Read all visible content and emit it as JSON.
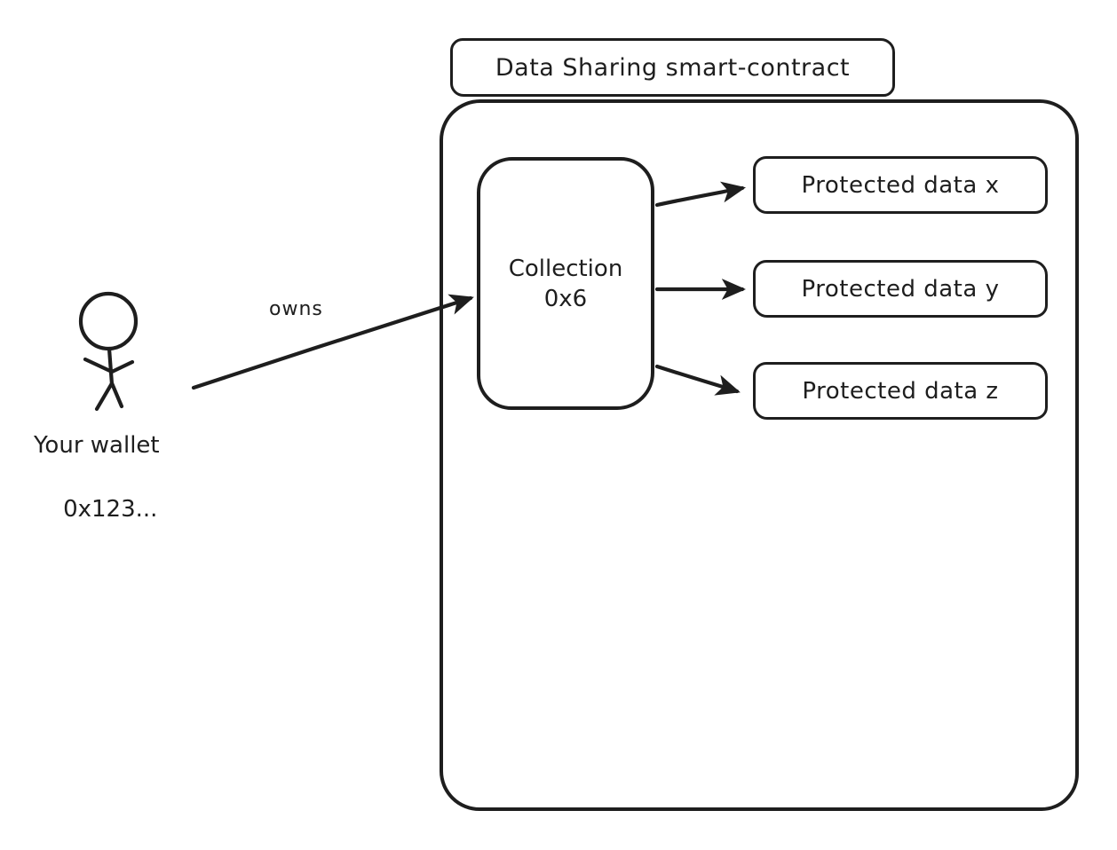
{
  "diagram": {
    "title": "Data Sharing smart-contract",
    "actor": {
      "label_line1": "Your wallet",
      "label_line2": "0x123..."
    },
    "collection": {
      "line1": "Collection",
      "line2": "0x6"
    },
    "protected": [
      "Protected data x",
      "Protected data y",
      "Protected data z"
    ],
    "edges": {
      "owns_label": "owns"
    },
    "colors": {
      "stroke": "#1e1e1e",
      "background": "#ffffff"
    }
  }
}
